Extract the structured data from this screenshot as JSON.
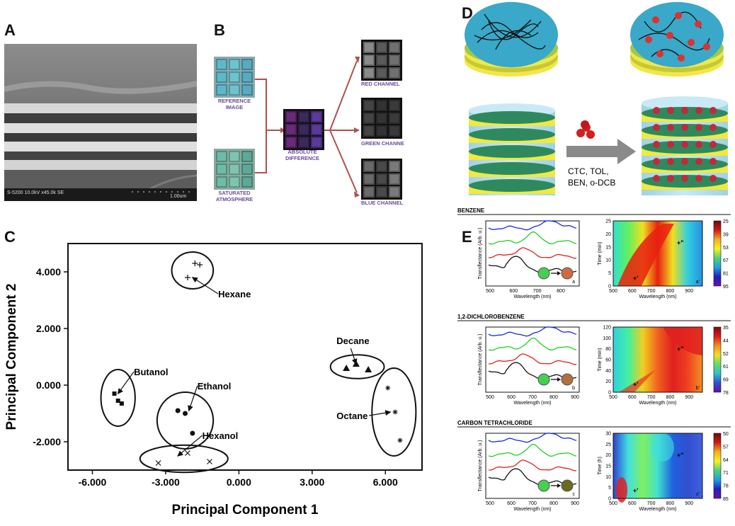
{
  "panels": {
    "A": "A",
    "B": "B",
    "C": "C",
    "D": "D",
    "E": "E"
  },
  "sem": {
    "info": "S-5200 10.0kV x45.0k SE",
    "scale": "1.00um"
  },
  "flow": {
    "reference": [
      "REFERENCE",
      "IMAGE"
    ],
    "saturated": [
      "SATURATED",
      "ATMOSPHERE"
    ],
    "absolute": [
      "ABSOLUTE",
      "DIFFERENCE"
    ],
    "red": "RED CHANNEL",
    "green": "GREEN CHANNE",
    "blue": "BLUE CHANNEL"
  },
  "pca": {
    "xlabel": "Principal Component 1",
    "ylabel": "Principal Component 2",
    "xticks": [
      "-6.000",
      "-3.000",
      "0.000",
      "3.000",
      "6.000"
    ],
    "yticks": [
      "4.000",
      "2.000",
      "0.000",
      "-2.000"
    ],
    "clusters": {
      "hexane": "Hexane",
      "butanol": "Butanol",
      "ethanol": "Ethanol",
      "hexanol": "Hexanol",
      "decane": "Decane",
      "octane": "Octane"
    }
  },
  "schematic": {
    "analytes": [
      "CTC, TOL,",
      "BEN, o-DCB"
    ]
  },
  "spectra": {
    "sections": [
      "BENZENE",
      "1,2-DICHLOROBENZENE",
      "CARBON TETRACHLORIDE"
    ],
    "ylabel": "Transflectance (Arb. u.)",
    "xlabel": "Wavelength (nm)",
    "time_labels": [
      "Time (min)",
      "Time (min)",
      "Time (h)"
    ],
    "sub_left": [
      "a",
      "b",
      "c"
    ],
    "sub_right": [
      "a'",
      "b'",
      "c'"
    ],
    "left_ticks": [
      [
        "500",
        "600",
        "700",
        "800"
      ],
      [
        "500",
        "600",
        "700",
        "800",
        "900"
      ],
      [
        "500",
        "600",
        "700",
        "800",
        "900"
      ]
    ],
    "right_ticks": [
      "500",
      "600",
      "700",
      "800",
      "900"
    ],
    "time_ticks": [
      [
        "0",
        "5",
        "10",
        "15",
        "20",
        "25"
      ],
      [
        "0",
        "20",
        "40",
        "60",
        "80",
        "100",
        "120"
      ],
      [
        "0",
        "5",
        "10",
        "15",
        "20",
        "25",
        "30"
      ]
    ],
    "colorbars": [
      [
        "25",
        "39",
        "53",
        "67",
        "81",
        "95"
      ],
      [
        "35",
        "44",
        "52",
        "61",
        "69",
        "78"
      ],
      [
        "50",
        "57",
        "64",
        "71",
        "78",
        "85"
      ]
    ],
    "markers": [
      "+'",
      "+\""
    ]
  },
  "chart_data": {
    "type": "scatter",
    "xlabel": "Principal Component 1",
    "ylabel": "Principal Component 2",
    "xlim": [
      -7000,
      7500
    ],
    "ylim": [
      -3000,
      5000
    ],
    "series": [
      {
        "name": "Hexane",
        "marker": "+",
        "x": [
          -2100,
          -1800,
          -1600
        ],
        "y": [
          3800,
          4300,
          4250
        ]
      },
      {
        "name": "Butanol",
        "marker": "square",
        "x": [
          -5100,
          -4950,
          -4800
        ],
        "y": [
          -300,
          -550,
          -650
        ]
      },
      {
        "name": "Ethanol",
        "marker": "circle",
        "x": [
          -2500,
          -2200,
          -1900
        ],
        "y": [
          -900,
          -1000,
          -1700
        ]
      },
      {
        "name": "Hexanol",
        "marker": "x",
        "x": [
          -3300,
          -2100,
          -1200
        ],
        "y": [
          -2750,
          -2400,
          -2700
        ]
      },
      {
        "name": "Decane",
        "marker": "triangle",
        "x": [
          4400,
          4800,
          5300
        ],
        "y": [
          600,
          750,
          550
        ]
      },
      {
        "name": "Octane",
        "marker": "*",
        "x": [
          6100,
          6400,
          6600
        ],
        "y": [
          -100,
          -950,
          -1950
        ]
      }
    ]
  }
}
